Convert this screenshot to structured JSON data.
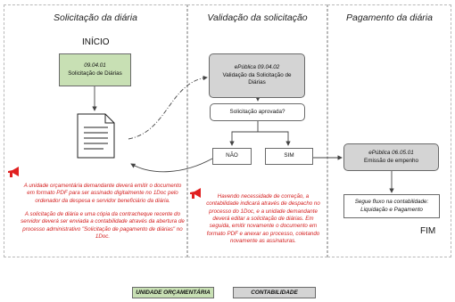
{
  "lanes": {
    "lane1_title": "Solicitação da diária",
    "lane2_title": "Validação da solicitação",
    "lane3_title": "Pagamento da diária"
  },
  "terminals": {
    "start": "INÍCIO",
    "end": "FIM"
  },
  "nodes": {
    "request": {
      "code": "09.04.01",
      "title": "Solicitação de Diárias"
    },
    "validation": {
      "code": "ePública 09.04.02",
      "title": "Validação da Solicitação de Diárias"
    },
    "decision": {
      "question": "Solicitação aprovada?"
    },
    "no_option": "NÃO",
    "yes_option": "SIM",
    "payment": {
      "code": "ePública 06.05.01",
      "title": "Emissão de empenho"
    },
    "accounting": {
      "line1": "Segue fluxo na contabilidade:",
      "line2": "Liquidação e Pagamento"
    }
  },
  "notes": {
    "note1_para1": "A unidade orçamentária demandante deverá emitir o documento em formato PDF para ser assinado digitalmente no 1Doc pelo ordenador da despesa e servidor beneficiário da diária.",
    "note1_para2": "A solicitação de diária e uma cópia da contracheque recente do servidor deverá ser enviada a contabilidade através da abertura de processo administrativo \"Solicitação de pagamento de diárias\" no 1Doc.",
    "note2": "Havendo necessidade de correção, a contabilidade indicará através de despacho no processo do 1Doc, e a unidade demandante deverá editar a solicitação de diárias. Em seguida, emitir novamente o documento em formato PDF e anexar ao processo, coletando novamente as assinaturas."
  },
  "legend": {
    "budget_unit": "UNIDADE ORÇAMENTÁRIA",
    "accounting": "CONTABILIDADE"
  },
  "colors": {
    "budget_unit": "#c8e0b4",
    "accounting": "#d4d4d4",
    "note_text": "#d42020",
    "megaphone": "#e02020"
  }
}
